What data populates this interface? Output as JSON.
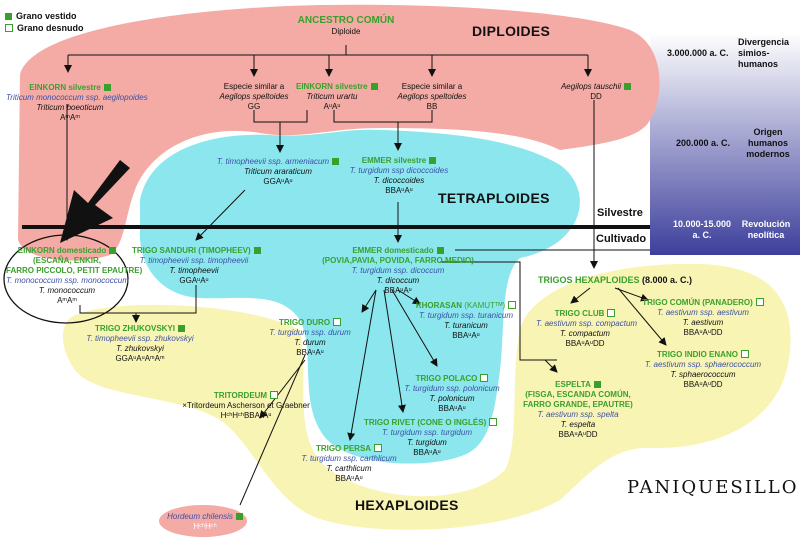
{
  "legend": {
    "dressed": "Grano vestido",
    "naked": "Grano desnudo"
  },
  "colors": {
    "diploid_region": "#f4aaa5",
    "tetraploid_region": "#8be6ee",
    "hexaploid_region": "#f8f4b4",
    "green": "#3aa02c",
    "species_blue": "#3d51a5",
    "timeline_top": "#ffffff",
    "timeline_bottom": "#3d3f9c"
  },
  "regions": {
    "diploid": "DIPLOIDES",
    "tetraploid": "TETRAPLOIDES",
    "hexaploid": "HEXAPLOIDES"
  },
  "divider": {
    "wild": "Silvestre",
    "cultivated": "Cultivado"
  },
  "timeline": [
    {
      "date": "3.000.000 a. C.",
      "event": "Divergencia simios-humanos"
    },
    {
      "date": "200.000 a. C.",
      "event": "Origen humanos modernos"
    },
    {
      "date": "10.000-15.000 a. C.",
      "event": "Revolución neolítica"
    }
  ],
  "nodes": {
    "ancestor": {
      "name": "ANCESTRO COMÚN",
      "ploidy": "Diploide"
    },
    "einkorn_wild": {
      "name": "EINKORN silvestre",
      "ssp": "Triticum monococcum ssp. aegilopoides",
      "syn": "Triticum boeoticum",
      "genome": "AᵐAᵐ",
      "grain": "dressed"
    },
    "speltoides_g": {
      "line1": "Especie similar a",
      "line2": "Aegilops speltoides",
      "genome": "GG"
    },
    "einkorn_urartu": {
      "name": "EINKORN silvestre",
      "species": "Triticum urartu",
      "genome": "AᵘAᵘ",
      "grain": "dressed"
    },
    "speltoides_b": {
      "line1": "Especie similar a",
      "line2": "Aegilops speltoides",
      "genome": "BB"
    },
    "tauschii": {
      "name": "Aegilops tauschii",
      "genome": "DD",
      "grain": "dressed"
    },
    "armeniacum": {
      "ssp": "T. timopheevii ssp. armeniacum",
      "species": "Triticum araraticum",
      "genome": "GGAᵘAᵘ",
      "grain": "dressed"
    },
    "emmer_wild": {
      "name": "EMMER silvestre",
      "ssp": "T. turgidum ssp dicoccoides",
      "species": "T. dicoccoides",
      "genome": "BBAᵘAᵘ",
      "grain": "dressed"
    },
    "einkorn_dom": {
      "name": "EINKORN domesticado",
      "common1": "(ESCAÑA, ENKIR,",
      "common2": "FARRO PICCOLO, PETIT EPAUTRE)",
      "ssp": "T. monococcum ssp. monococcum",
      "species": "T. monococcum",
      "genome": "AᵐAᵐ",
      "grain": "dressed"
    },
    "sanduri": {
      "name": "TRIGO SANDURI (TIMOPHEEV)",
      "ssp": "T. timopheevii ssp. timopheevii",
      "species": "T. timopheevii",
      "genome": "GGAᵘAᵘ",
      "grain": "dressed"
    },
    "emmer_dom": {
      "name": "EMMER domesticado",
      "common": "(POVIA,PAVIA, POVIDA, FARRO MEDIO)",
      "ssp": "T. turgidum ssp. dicoccum",
      "species": "T. dicoccum",
      "genome": "BBAᵘAᵘ",
      "grain": "dressed"
    },
    "zhukovskyi": {
      "name": "TRIGO ZHUKOVSKYI",
      "ssp": "T. timopheevii ssp. zhukovskyi",
      "species": "T. zhukovskyi",
      "genome": "GGAᵘAᵘAᵐAᵐ",
      "grain": "dressed"
    },
    "duro": {
      "name": "TRIGO DURO",
      "ssp": "T. turgidum ssp. durum",
      "species": "T. durum",
      "genome": "BBAᵘAᵘ",
      "grain": "naked"
    },
    "khorasan": {
      "name": "KHORASAN",
      "brand": "(KAMUTᵀᴹ)",
      "ssp": "T. turgidum ssp. turanicum",
      "species": "T. turanicum",
      "genome": "BBAᵘAᵘ",
      "grain": "naked"
    },
    "polaco": {
      "name": "TRIGO POLACO",
      "ssp": "T. turgidum ssp. polonicum",
      "species": "T. polonicum",
      "genome": "BBAᵘAᵘ",
      "grain": "naked"
    },
    "rivet": {
      "name": "TRIGO RIVET (CONE O INGLÉS)",
      "ssp": "T. turgidum ssp. turgidum",
      "species": "T. turgidum",
      "genome": "BBAᵘAᵘ",
      "grain": "naked"
    },
    "persa": {
      "name": "TRIGO PERSA",
      "ssp": "T. turgidum ssp. carthlicum",
      "species": "T. carthlicum",
      "genome": "BBAᵘAᵘ",
      "grain": "naked"
    },
    "tritordeum": {
      "name": "TRITORDEUM",
      "species": "×Tritordeum Ascherson et Graebner",
      "genome": "HᶜʰHᶜʰBBAᵘAᵘ",
      "grain": "naked"
    },
    "hordeum": {
      "species": "Hordeum chilensis",
      "genome": "HᶜʰHᶜʰ",
      "grain": "dressed"
    },
    "hexaploid_group": {
      "name": "TRIGOS HEXAPLOIDES",
      "date": "(8.000 a. C.)"
    },
    "club": {
      "name": "TRIGO CLUB",
      "ssp": "T. aestivum ssp. compactum",
      "species": "T. compactum",
      "genome": "BBAᵘAᵘDD",
      "grain": "naked"
    },
    "comun": {
      "name": "TRIGO COMÚN (PANADERO)",
      "ssp": "T. aestivum ssp. aestivum",
      "species": "T. aestivum",
      "genome": "BBAᵘAᵘDD",
      "grain": "naked"
    },
    "indio": {
      "name": "TRIGO INDIO ENANO",
      "ssp": "T. aestivum ssp. sphaerococcum",
      "species": "T. sphaerococcum",
      "genome": "BBAᵘAᵘDD",
      "grain": "naked"
    },
    "espelta": {
      "name": "ESPELTA",
      "common1": "(FISGA, ESCANDA COMÚN,",
      "common2": "FARRO GRANDE, EPAUTRE)",
      "ssp": "T. aestivum ssp. spelta",
      "species": "T. espelta",
      "genome": "BBAᵘAᵘDD",
      "grain": "dressed"
    }
  },
  "brand": "PANIQUESILLO"
}
